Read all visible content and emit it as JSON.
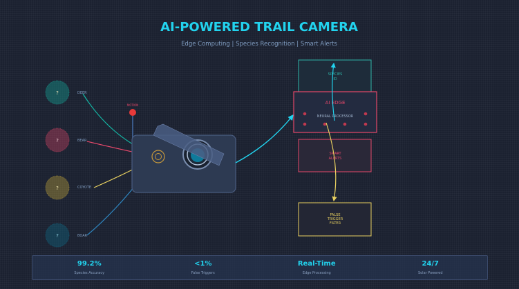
{
  "header": {
    "title": "AI-POWERED TRAIL CAMERA",
    "subtitle": "Edge Computing | Species Recognition | Smart Alerts"
  },
  "animals": [
    {
      "icon": "?",
      "label": "DEER",
      "color": "#14b8a6"
    },
    {
      "icon": "?",
      "label": "BEAR",
      "color": "#e5486a"
    },
    {
      "icon": "?",
      "label": "COYOTE",
      "color": "#d4b43c"
    },
    {
      "icon": "?",
      "label": "BOAR",
      "color": "#0e7490"
    }
  ],
  "camera": {
    "motion_label": "MOTION"
  },
  "processing": {
    "species_id": "SPECIES\nID",
    "ai_edge_title": "AI EDGE",
    "neural_processor": "NEURAL PROCESSOR",
    "smart_alerts": "SMART\nALERTS",
    "false_trigger": "FALSE\nTRIGGER\nFILTER"
  },
  "stats": [
    {
      "value": "99.2%",
      "label": "Species Accuracy"
    },
    {
      "value": "<1%",
      "label": "False Triggers"
    },
    {
      "value": "Real-Time",
      "label": "Edge Processing"
    },
    {
      "value": "24/7",
      "label": "Solar Powered"
    }
  ],
  "colors": {
    "accent": "#22d3ee",
    "alert": "#e5486a",
    "yellow": "#e8d060"
  }
}
